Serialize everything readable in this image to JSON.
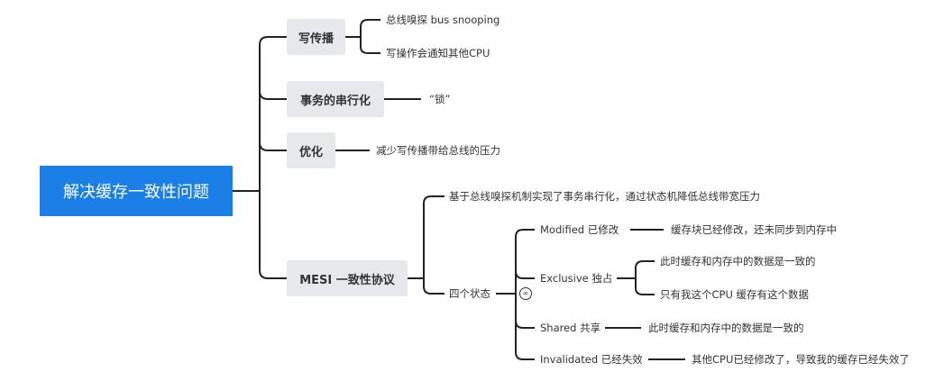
{
  "root": "解决缓存一致性问题",
  "branches": {
    "write_propagation": {
      "label": "写传播",
      "children": [
        "总线嗅探 bus snooping",
        "写操作会通知其他CPU"
      ]
    },
    "serialization": {
      "label": "事务的串行化",
      "child": "“锁”"
    },
    "optimization": {
      "label": "优化",
      "child": "减少写传播带给总线的压力"
    },
    "mesi": {
      "label": "MESI 一致性协议",
      "intro": "基于总线嗅探机制实现了事务串行化，通过状态机降低总线带宽压力",
      "states_label": "四个状态",
      "states": [
        {
          "name": "Modified 已修改",
          "details": [
            "缓存块已经修改，还未同步到内存中"
          ]
        },
        {
          "name": "Exclusive 独占",
          "details": [
            "此时缓存和内存中的数据是一致的",
            "只有我这个CPU 缓存有这个数据"
          ]
        },
        {
          "name": "Shared 共享",
          "details": [
            "此时缓存和内存中的数据是一致的"
          ]
        },
        {
          "name": "Invalidated 已经失效",
          "details": [
            "其他CPU已经修改了，导致我的缓存已经失效了"
          ]
        }
      ]
    }
  }
}
